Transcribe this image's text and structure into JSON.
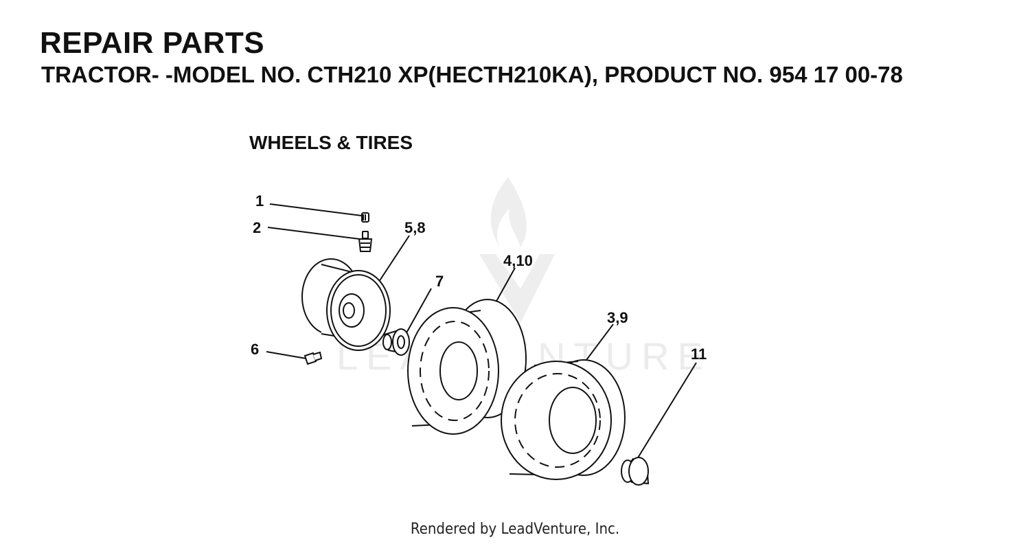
{
  "header": {
    "title": "REPAIR PARTS",
    "subtitle": "TRACTOR- -MODEL NO. CTH210 XP(HECTH210KA), PRODUCT NO. 954 17 00-78"
  },
  "diagram": {
    "section_title": "WHEELS & TIRES",
    "callouts": {
      "c1": "1",
      "c2": "2",
      "c58": "5,8",
      "c7": "7",
      "c410": "4,10",
      "c39": "3,9",
      "c6": "6",
      "c11": "11"
    },
    "watermark": {
      "text": "LEADVENTURE",
      "color": "#ececec"
    }
  },
  "footer": {
    "credit": "Rendered by LeadVenture, Inc."
  },
  "colors": {
    "ink": "#111111",
    "background": "#ffffff"
  }
}
